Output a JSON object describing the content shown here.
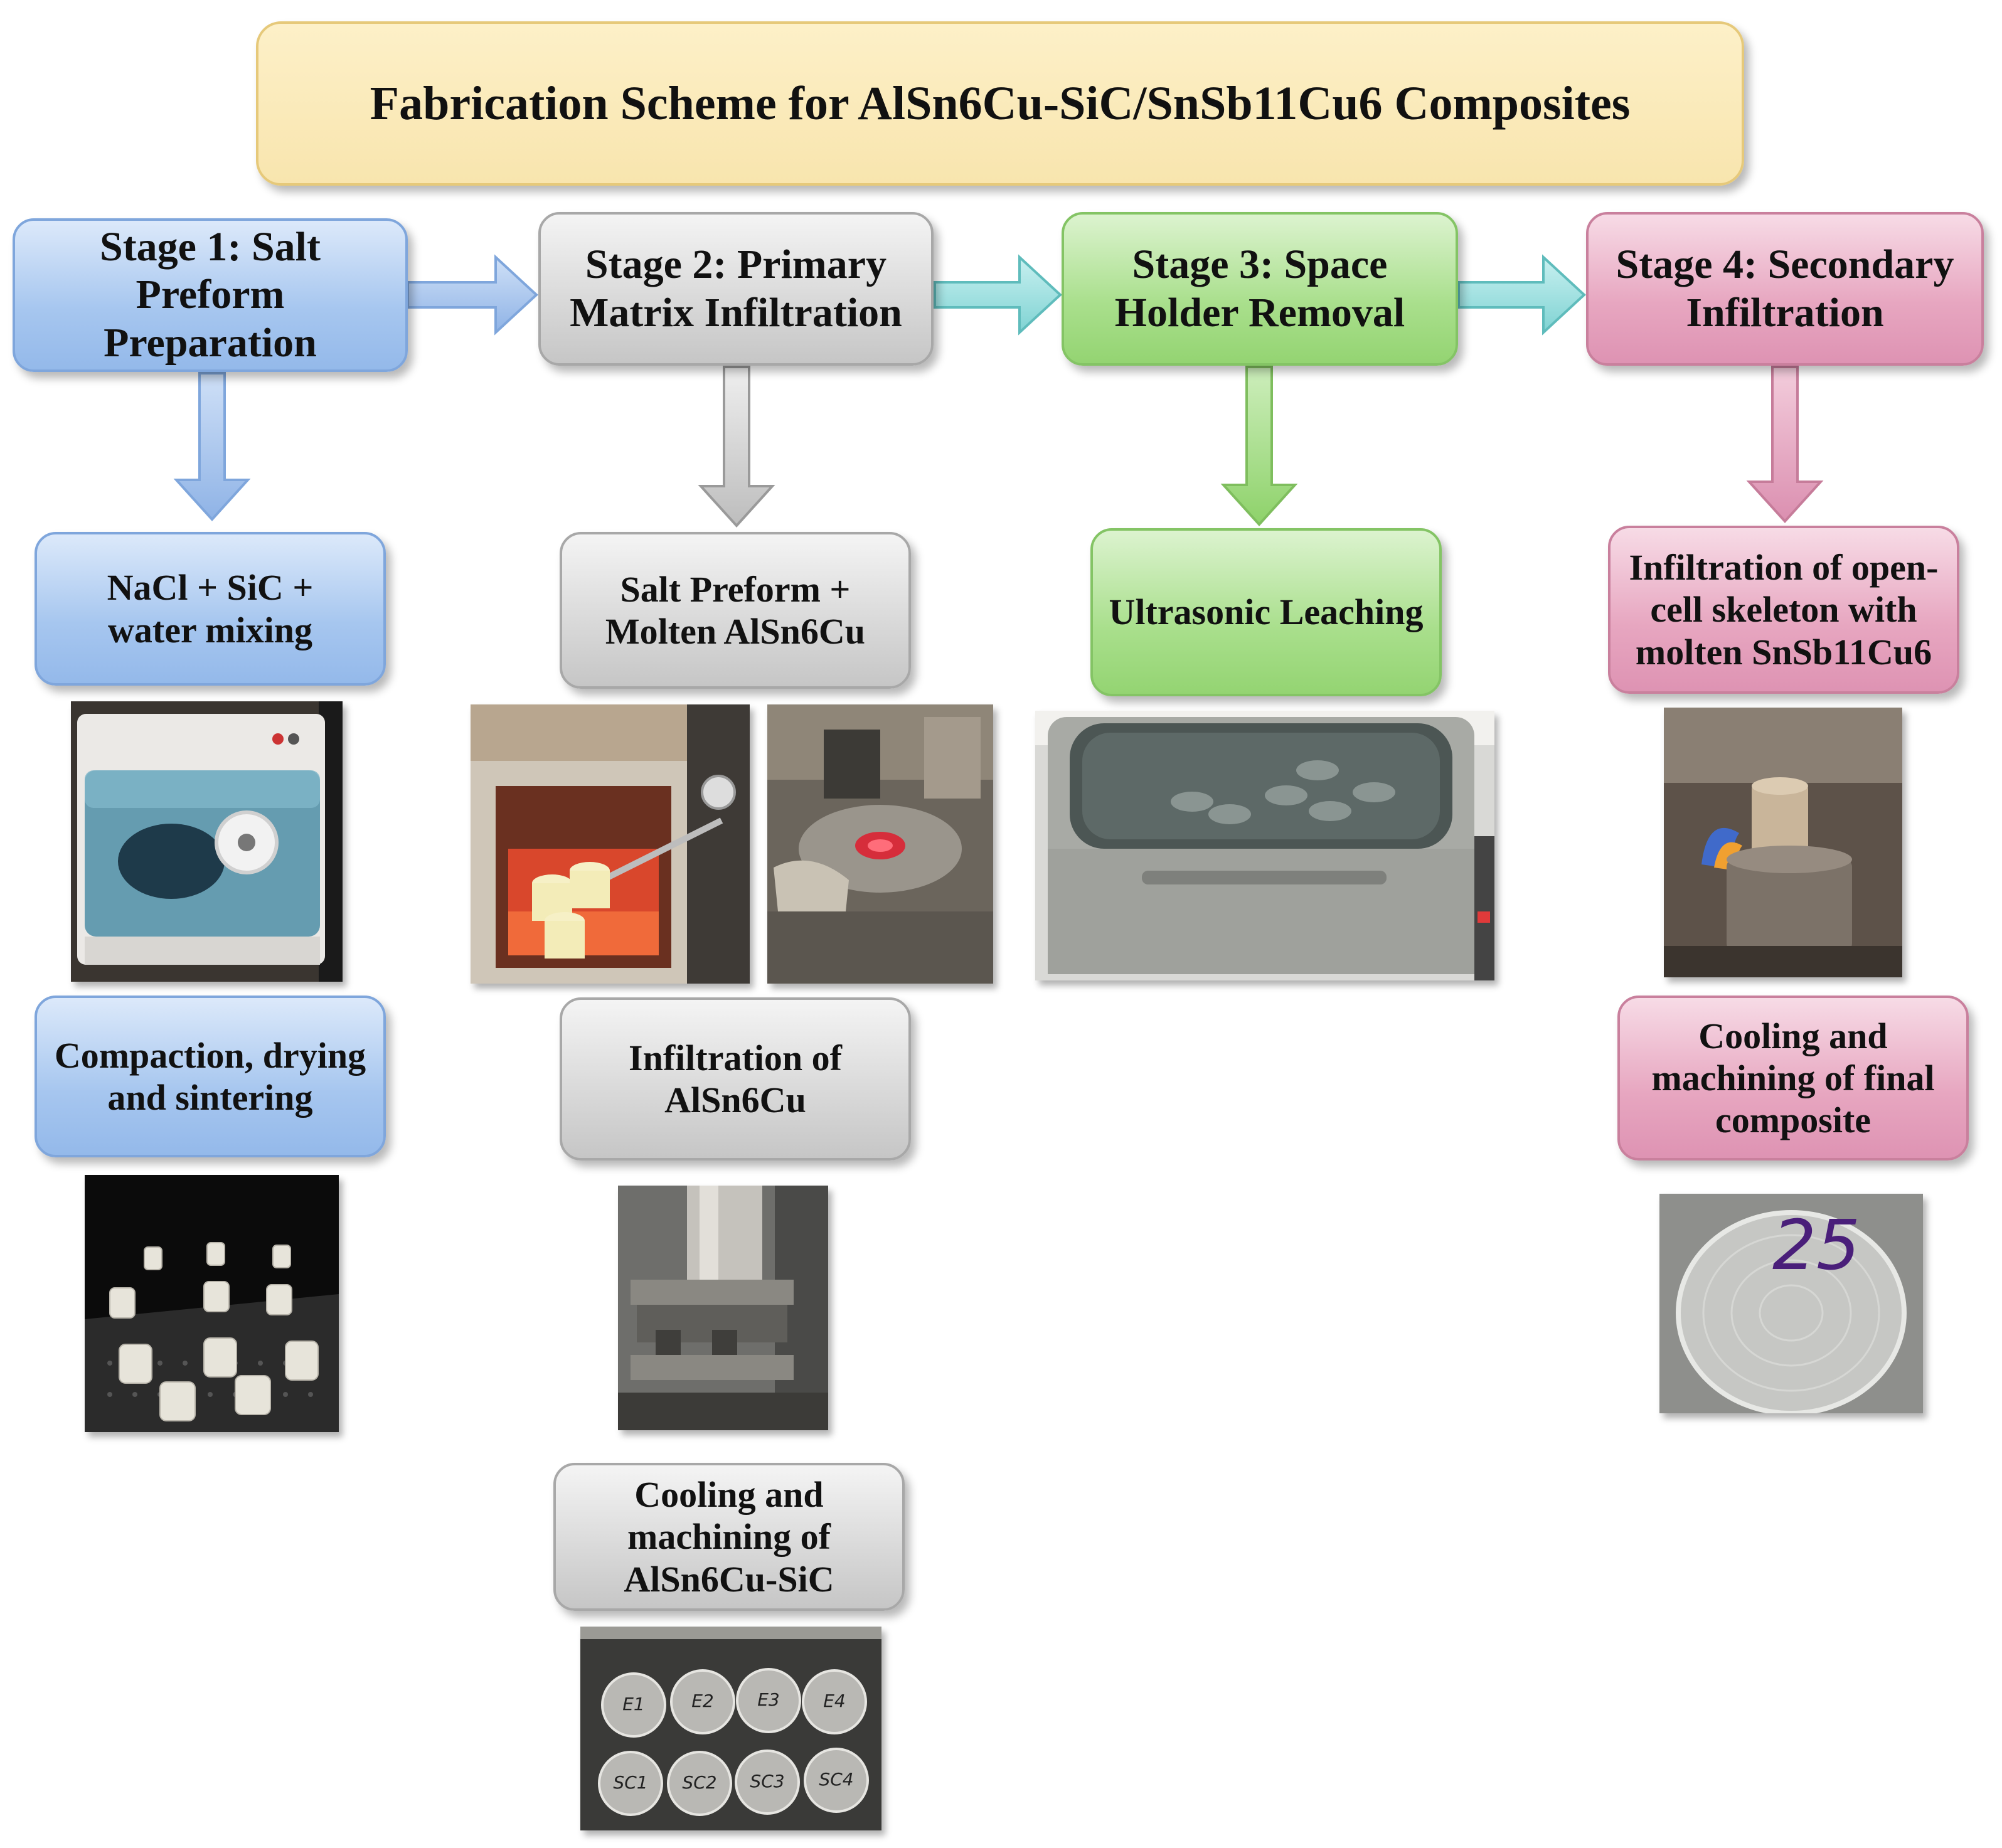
{
  "title": "Fabrication Scheme for AlSn6Cu-SiC/SnSb11Cu6 Composites",
  "stages": [
    {
      "label": "Stage 1: Salt\nPreform\nPreparation",
      "color": "#a6c6ef",
      "steps": [
        "NaCl + SiC +\nwater mixing",
        "Compaction, drying\nand sintering"
      ]
    },
    {
      "label": "Stage 2: Primary\nMatrix Infiltration",
      "color": "#d3d3d3",
      "steps": [
        "Salt Preform +\nMolten AlSn6Cu",
        "Infiltration of\nAlSn6Cu",
        "Cooling and\nmachining of\nAlSn6Cu-SiC"
      ]
    },
    {
      "label": "Stage 3: Space\nHolder Removal",
      "color": "#a9df8c",
      "steps": [
        "Ultrasonic Leaching"
      ]
    },
    {
      "label": "Stage 4: Secondary\nInfiltration",
      "color": "#e7a6c0",
      "steps": [
        "Infiltration of open-\ncell skeleton with\nmolten SnSb11Cu6",
        "Cooling and\nmachining of final\ncomposite"
      ]
    }
  ],
  "photo_samples": {
    "stage2_machined": [
      "E1",
      "E2",
      "E3",
      "E4",
      "SC1",
      "SC2",
      "SC3",
      "SC4"
    ],
    "stage4_final": "25"
  }
}
